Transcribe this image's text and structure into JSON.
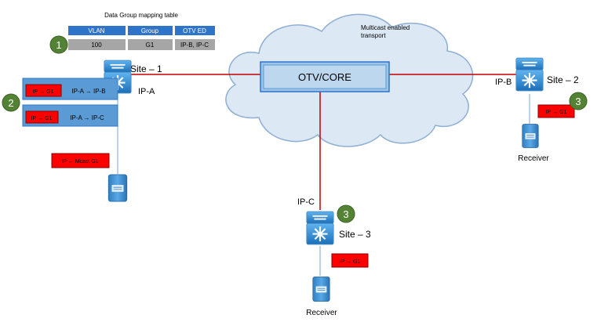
{
  "table": {
    "title": "Data Group mapping table",
    "headers": [
      "VLAN",
      "Group",
      "OTV ED"
    ],
    "row": [
      "100",
      "G1",
      "IP-B, IP-C"
    ]
  },
  "cloud": {
    "label": "OTV/CORE",
    "note_line1": "Multicast enabled",
    "note_line2": "transport"
  },
  "steps": {
    "one": "1",
    "two": "2",
    "three": "3"
  },
  "site1": {
    "name": "Site – 1",
    "ip": "IP-A",
    "encap_b_inner": "IP → G1",
    "encap_b_outer": "IP-A → IP-B",
    "encap_c_inner": "IP → G1",
    "encap_c_outer": "IP-A → IP-C",
    "source_flow": "IP ← Mcast G1"
  },
  "site2": {
    "name": "Site – 2",
    "ip": "IP-B",
    "flow": "IP → G1",
    "receiver": "Receiver"
  },
  "site3": {
    "name": "Site – 3",
    "ip": "IP-C",
    "flow": "IP → G1",
    "receiver": "Receiver"
  },
  "colors": {
    "link": "#c00000",
    "table_header": "#2e74c9",
    "table_row": "#a6a6a6",
    "step_badge": "#548235",
    "flow_box": "#ff0000",
    "encap_box": "#5b9bd5",
    "cloud_fill": "#dde8f5",
    "device": "#2f8fd8"
  }
}
